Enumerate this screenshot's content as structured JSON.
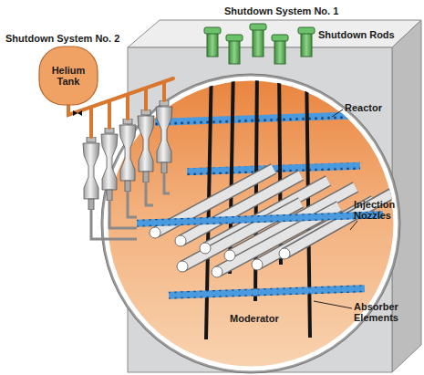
{
  "diagram": {
    "nodes": [
      {
        "text": [
          "Helium Tank"
        ]
      }
    ],
    "labels": [
      "Shutdown System No. 1",
      "Shutdown Rods",
      "Shutdown System No. 2",
      "Reactor",
      "Injection Nozzles",
      "Absorber Elements",
      "Moderator"
    ]
  }
}
